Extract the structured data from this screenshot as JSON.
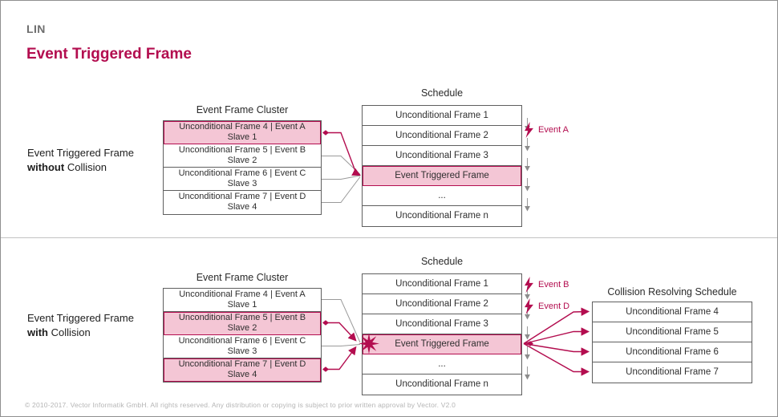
{
  "header": {
    "brand": "LIN",
    "title": "Event Triggered Frame"
  },
  "colors": {
    "accent": "#b30d4f",
    "highlight": "#f4c6d5",
    "line": "#9a9a9a",
    "border": "#5f5f5f"
  },
  "section_without": {
    "label": {
      "line1": "Event Triggered Frame",
      "emphasis": "without",
      "rest": "Collision"
    },
    "cluster": {
      "title": "Event Frame Cluster",
      "rows": [
        {
          "line1": "Unconditional Frame 4 | Event A",
          "line2": "Slave 1",
          "highlight": true
        },
        {
          "line1": "Unconditional Frame 5 | Event B",
          "line2": "Slave 2",
          "highlight": false
        },
        {
          "line1": "Unconditional Frame 6 | Event C",
          "line2": "Slave 3",
          "highlight": false
        },
        {
          "line1": "Unconditional Frame 7 | Event D",
          "line2": "Slave 4",
          "highlight": false
        }
      ]
    },
    "schedule": {
      "title": "Schedule",
      "rows": [
        {
          "label": "Unconditional Frame 1",
          "highlight": false
        },
        {
          "label": "Unconditional Frame 2",
          "highlight": false
        },
        {
          "label": "Unconditional Frame 3",
          "highlight": false
        },
        {
          "label": "Event Triggered Frame",
          "highlight": true
        },
        {
          "label": "...",
          "highlight": false
        },
        {
          "label": "Unconditional Frame n",
          "highlight": false
        }
      ]
    },
    "events": [
      {
        "label": "Event A"
      }
    ]
  },
  "section_with": {
    "label": {
      "line1": "Event Triggered Frame",
      "emphasis": "with",
      "rest": "Collision"
    },
    "cluster": {
      "title": "Event Frame Cluster",
      "rows": [
        {
          "line1": "Unconditional Frame 4 | Event A",
          "line2": "Slave 1",
          "highlight": false
        },
        {
          "line1": "Unconditional Frame 5 | Event B",
          "line2": "Slave 2",
          "highlight": true
        },
        {
          "line1": "Unconditional Frame 6 | Event C",
          "line2": "Slave 3",
          "highlight": false
        },
        {
          "line1": "Unconditional Frame 7 | Event D",
          "line2": "Slave 4",
          "highlight": true
        }
      ]
    },
    "schedule": {
      "title": "Schedule",
      "rows": [
        {
          "label": "Unconditional Frame 1",
          "highlight": false
        },
        {
          "label": "Unconditional Frame 2",
          "highlight": false
        },
        {
          "label": "Unconditional Frame 3",
          "highlight": false
        },
        {
          "label": "Event Triggered Frame",
          "highlight": true
        },
        {
          "label": "...",
          "highlight": false
        },
        {
          "label": "Unconditional Frame n",
          "highlight": false
        }
      ]
    },
    "events": [
      {
        "label": "Event B"
      },
      {
        "label": "Event D"
      }
    ],
    "resolving": {
      "title": "Collision Resolving Schedule",
      "rows": [
        {
          "label": "Unconditional Frame 4"
        },
        {
          "label": "Unconditional Frame 5"
        },
        {
          "label": "Unconditional Frame 6"
        },
        {
          "label": "Unconditional Frame 7"
        }
      ]
    }
  },
  "footer": {
    "copyright": "© 2010-2017. Vector Informatik GmbH. All rights reserved. Any distribution or copying is subject to prior written approval by Vector. V2.0"
  }
}
